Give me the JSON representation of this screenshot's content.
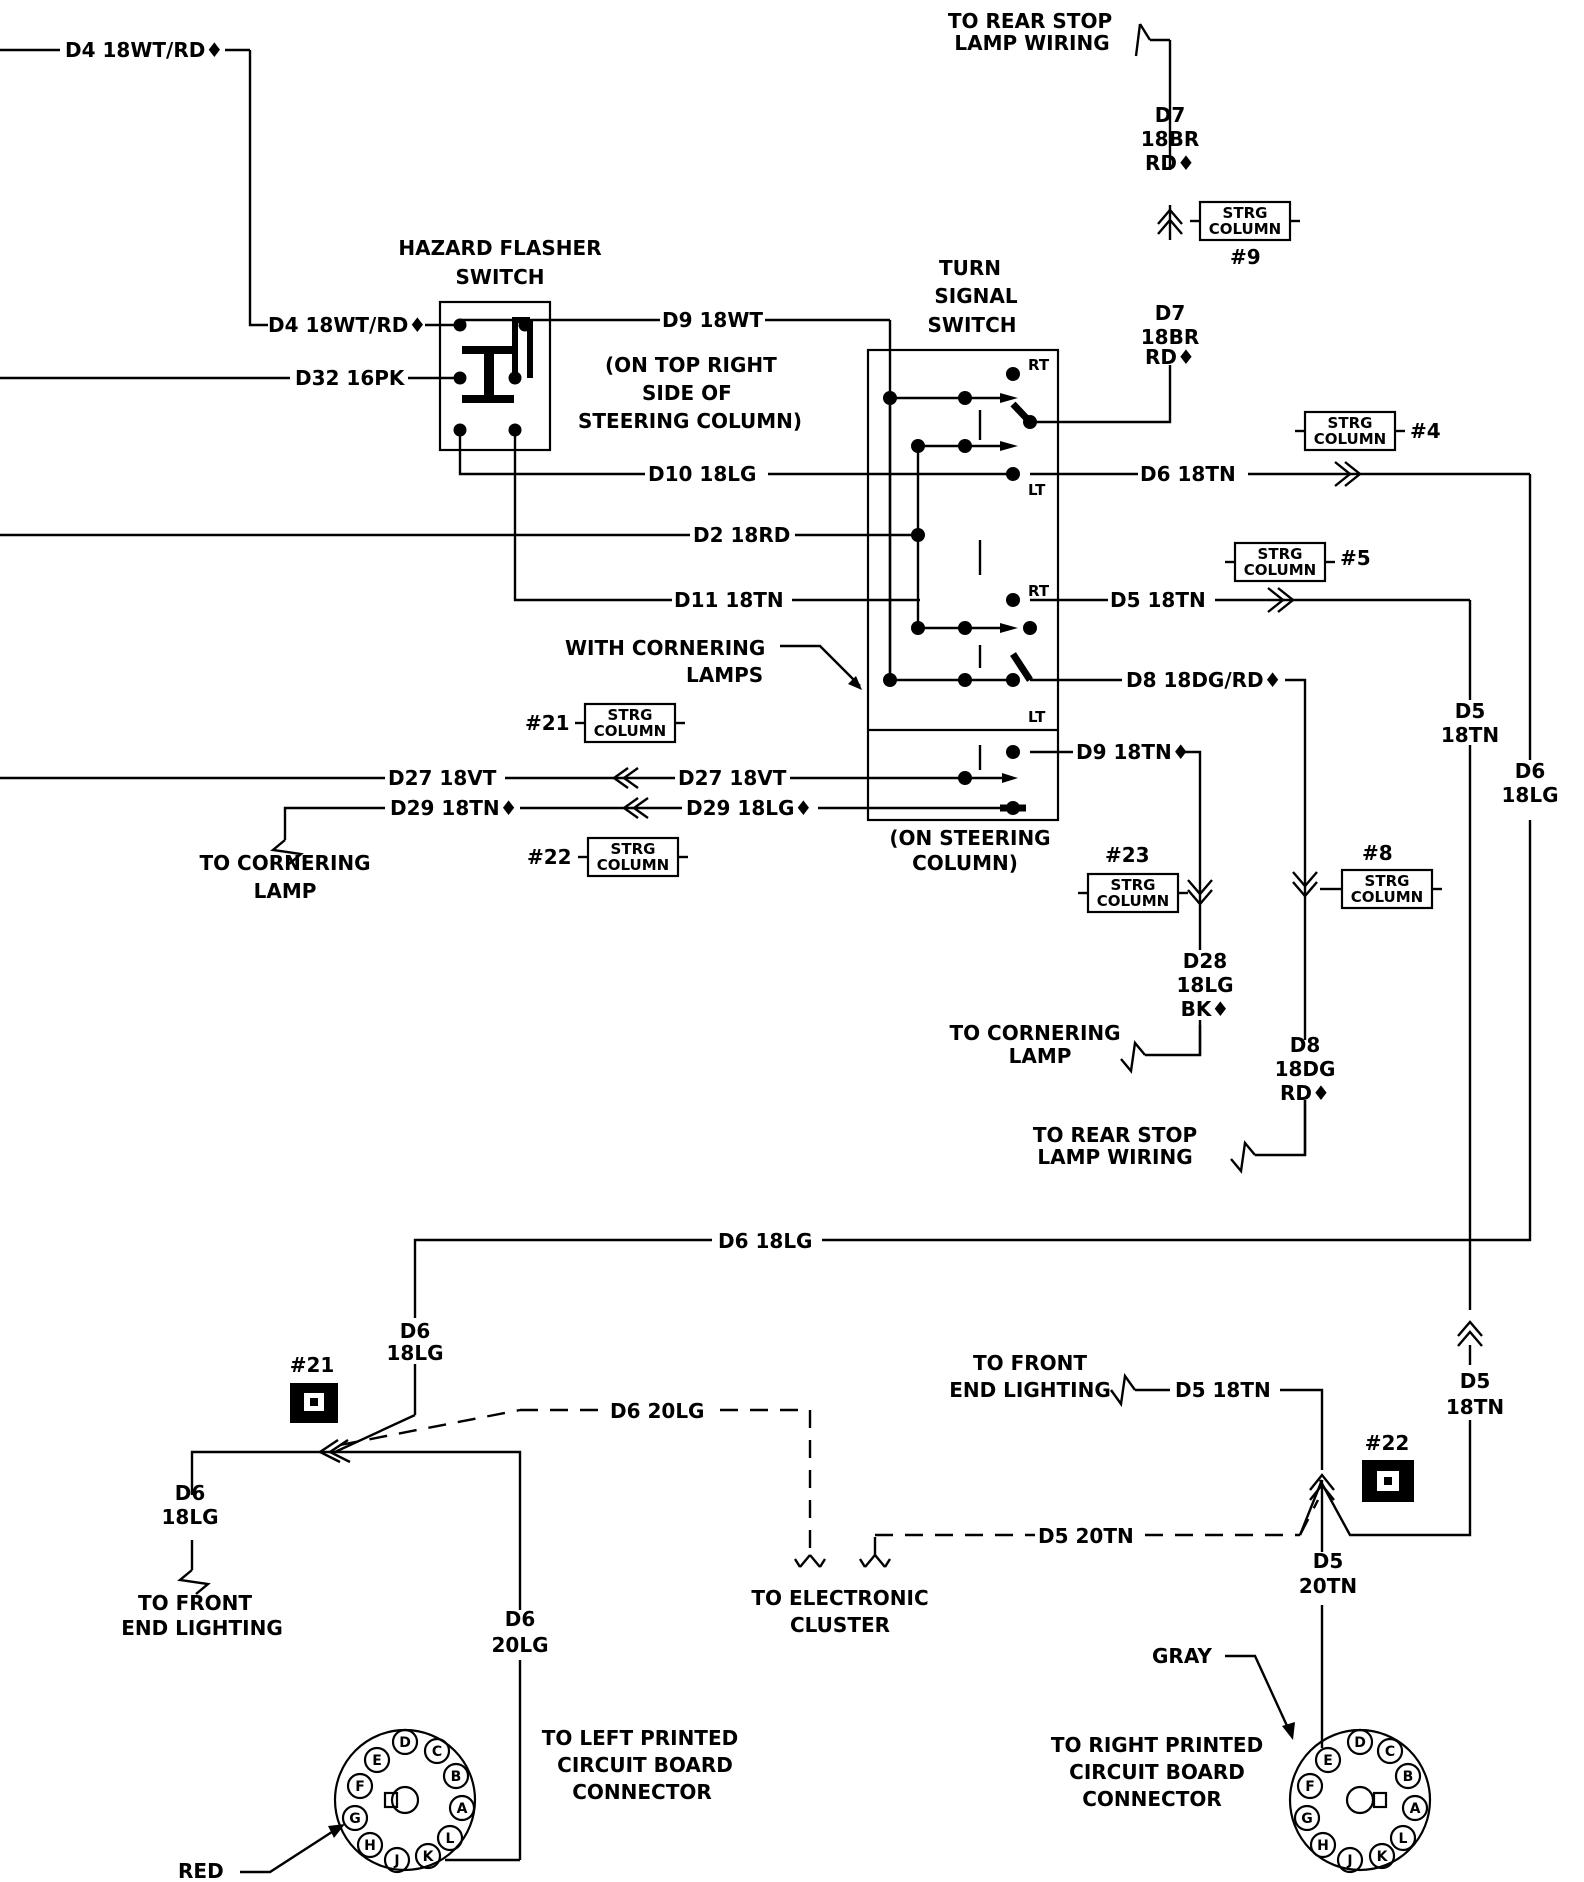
{
  "labels": {
    "d4_top": "D4 18WT/RD♦",
    "d4_mid": "D4 18WT/RD♦",
    "d32": "D32 16PK",
    "d9_wt": "D9 18WT",
    "d10": "D10 18LG",
    "d2": "D2 18RD",
    "d11": "D11 18TN",
    "d27_left": "D27 18VT",
    "d27_right": "D27 18VT",
    "d29_left": "D29 18TN♦",
    "d29_right": "D29 18LG♦",
    "d6_tn": "D6 18TN",
    "d5_tn": "D5 18TN",
    "d8_dgrd": "D8 18DG/RD♦",
    "d9_tn": "D9 18TN♦",
    "d6_18lg_long": "D6 18LG",
    "d6_20lg_dash": "D6 20LG",
    "d5_20tn_dash": "D5 20TN",
    "d5_18tn_front": "D5 18TN"
  },
  "stacked": {
    "d7_upper": [
      "D7",
      "18BR",
      "RD♦"
    ],
    "d7_lower": [
      "D7",
      "18BR",
      "RD♦"
    ],
    "d5_right": [
      "D5",
      "18TN"
    ],
    "d6_right": [
      "D6",
      "18LG"
    ],
    "d28": [
      "D28",
      "18LG",
      "BK♦"
    ],
    "d8_lower": [
      "D8",
      "18DG",
      "RD♦"
    ],
    "d6_left_mid": [
      "D6",
      "18LG"
    ],
    "d6_left_low": [
      "D6",
      "18LG"
    ],
    "d6_20lg": [
      "D6",
      "20LG"
    ],
    "d5_20tn": [
      "D5",
      "20TN"
    ],
    "d5_18tn_low": [
      "D5",
      "18TN"
    ]
  },
  "components": {
    "hazard_switch": [
      "HAZARD FLASHER",
      "SWITCH"
    ],
    "hazard_note": [
      "(ON TOP RIGHT",
      "SIDE OF",
      "STEERING COLUMN)"
    ],
    "turn_switch": [
      "TURN",
      "SIGNAL",
      "SWITCH"
    ],
    "turn_note": [
      "(ON STEERING",
      "COLUMN)"
    ],
    "cornering_note": [
      "WITH CORNERING",
      "LAMPS"
    ],
    "rt_1": "RT",
    "lt_1": "LT",
    "rt_2": "RT",
    "lt_2": "LT"
  },
  "destinations": {
    "rear_stop_top": [
      "TO REAR STOP",
      "LAMP WIRING"
    ],
    "rear_stop_low": [
      "TO REAR STOP",
      "LAMP WIRING"
    ],
    "cornering_left": [
      "TO CORNERING",
      "LAMP"
    ],
    "cornering_right": [
      "TO CORNERING",
      "LAMP"
    ],
    "front_end_left": [
      "TO FRONT",
      "END LIGHTING"
    ],
    "front_end_right": [
      "TO FRONT",
      "END LIGHTING"
    ],
    "electronic_cluster": [
      "TO ELECTRONIC",
      "CLUSTER"
    ],
    "left_pcb": [
      "TO LEFT PRINTED",
      "CIRCUIT BOARD",
      "CONNECTOR"
    ],
    "right_pcb": [
      "TO RIGHT PRINTED",
      "CIRCUIT BOARD",
      "CONNECTOR"
    ]
  },
  "connectors": {
    "strg_column_text": [
      "STRG",
      "COLUMN"
    ],
    "c9": "#9",
    "c4": "#4",
    "c5": "#5",
    "c21": "#21",
    "c22": "#22",
    "c23": "#23",
    "c8": "#8",
    "c21_bottom": "#21",
    "c22_bottom": "#22"
  },
  "colors_callouts": {
    "gray": "GRAY",
    "red": "RED"
  },
  "pcb_pins": [
    "D",
    "C",
    "B",
    "A",
    "L",
    "K",
    "J",
    "H",
    "G",
    "F",
    "E"
  ]
}
